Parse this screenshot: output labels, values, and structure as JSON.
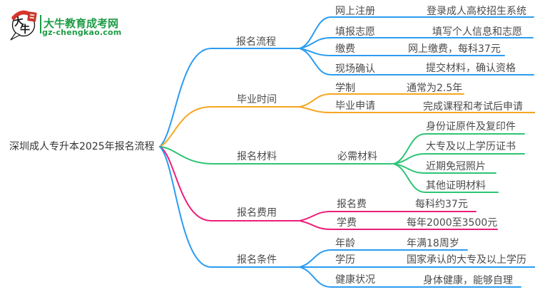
{
  "logo": {
    "title": "大牛教育成考网",
    "domain": "gz-chengkao.com",
    "icon": "dainiu-speech-bubble-icon",
    "icon_chars": {
      "first": "大",
      "second": "牛"
    },
    "brand_color": "#1e9c45",
    "seal_color": "#c6392b"
  },
  "mindmap": {
    "root": "深圳成人专升本2025年报名流程",
    "branches": [
      {
        "label": "报名流程",
        "color": "#2b9cf2",
        "children": [
          {
            "label": "网上注册",
            "value": "登录成人高校招生系统"
          },
          {
            "label": "填报志愿",
            "value": "填写个人信息和志愿"
          },
          {
            "label": "缴费",
            "value": "网上缴费，每科37元"
          },
          {
            "label": "现场确认",
            "value": "提交材料，确认资格"
          }
        ]
      },
      {
        "label": "毕业时间",
        "color": "#f5a623",
        "children": [
          {
            "label": "学制",
            "value": "通常为2.5年"
          },
          {
            "label": "毕业申请",
            "value": "完成课程和考试后申请"
          }
        ]
      },
      {
        "label": "报名材料",
        "color": "#2ec574",
        "children": [
          {
            "label": "必需材料",
            "items": [
              "身份证原件及复印件",
              "大专及以上学历证书",
              "近期免冠照片",
              "其他证明材料"
            ]
          }
        ]
      },
      {
        "label": "报名费用",
        "color": "#ed1e79",
        "children": [
          {
            "label": "报名费",
            "value": "每科约37元"
          },
          {
            "label": "学费",
            "value": "每年2000至3500元"
          }
        ]
      },
      {
        "label": "报名条件",
        "color": "#2b9cf2",
        "children": [
          {
            "label": "年龄",
            "value": "年满18周岁"
          },
          {
            "label": "学历",
            "value": "国家承认的大专及以上学历"
          },
          {
            "label": "健康状况",
            "value": "身体健康，能够自理"
          }
        ]
      }
    ]
  }
}
